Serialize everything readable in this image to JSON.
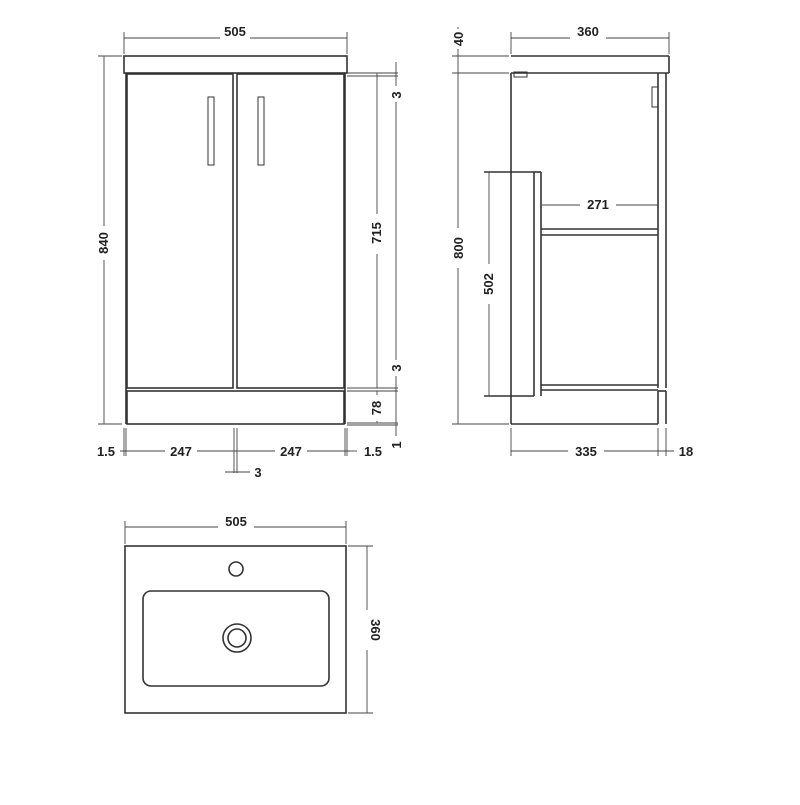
{
  "front_view": {
    "width_top": "505",
    "height_total": "840",
    "gap_top": "3",
    "door_height": "715",
    "gap_bottom": "3",
    "plinth_height": "78",
    "floor_gap": "1",
    "side_left": "1.5",
    "door_left": "247",
    "door_right": "247",
    "side_right": "1.5",
    "door_gap": "3"
  },
  "side_view": {
    "depth_top": "360",
    "top_thickness": "40",
    "body_height": "800",
    "internal_height": "502",
    "internal_depth": "271",
    "carcass_depth": "335",
    "door_thickness": "18"
  },
  "top_view": {
    "width": "505",
    "depth": "360"
  },
  "colors": {
    "line": "#333333",
    "text": "#222222",
    "background": "#ffffff"
  }
}
